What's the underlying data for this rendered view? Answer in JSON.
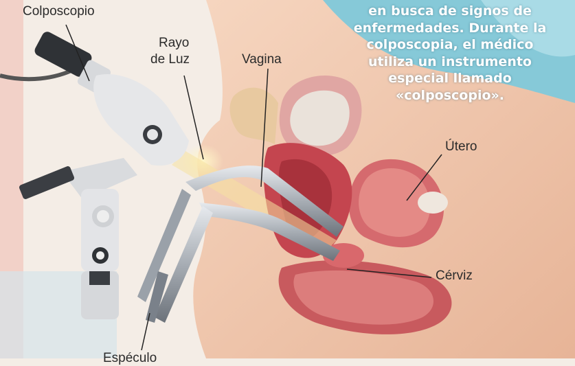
{
  "labels": {
    "colposcopio": "Colposcopio",
    "rayo_line1": "Rayo",
    "rayo_line2": "de Luz",
    "vagina": "Vagina",
    "utero": "Útero",
    "cervix": "Cérviz",
    "bottom_partial": "Espéculo"
  },
  "paragraph": [
    "en busca de signos de",
    "enfermedades. Durante la",
    "colposcopia, el médico",
    "utiliza un instrumento",
    "especial llamado",
    "«colposcopio»."
  ],
  "colors": {
    "background": "#f4ede6",
    "accent_teal": "#7fc6d6",
    "skin": "#f0c9ae",
    "tissue": "#c9525a",
    "instrument": "#b9bec4"
  }
}
